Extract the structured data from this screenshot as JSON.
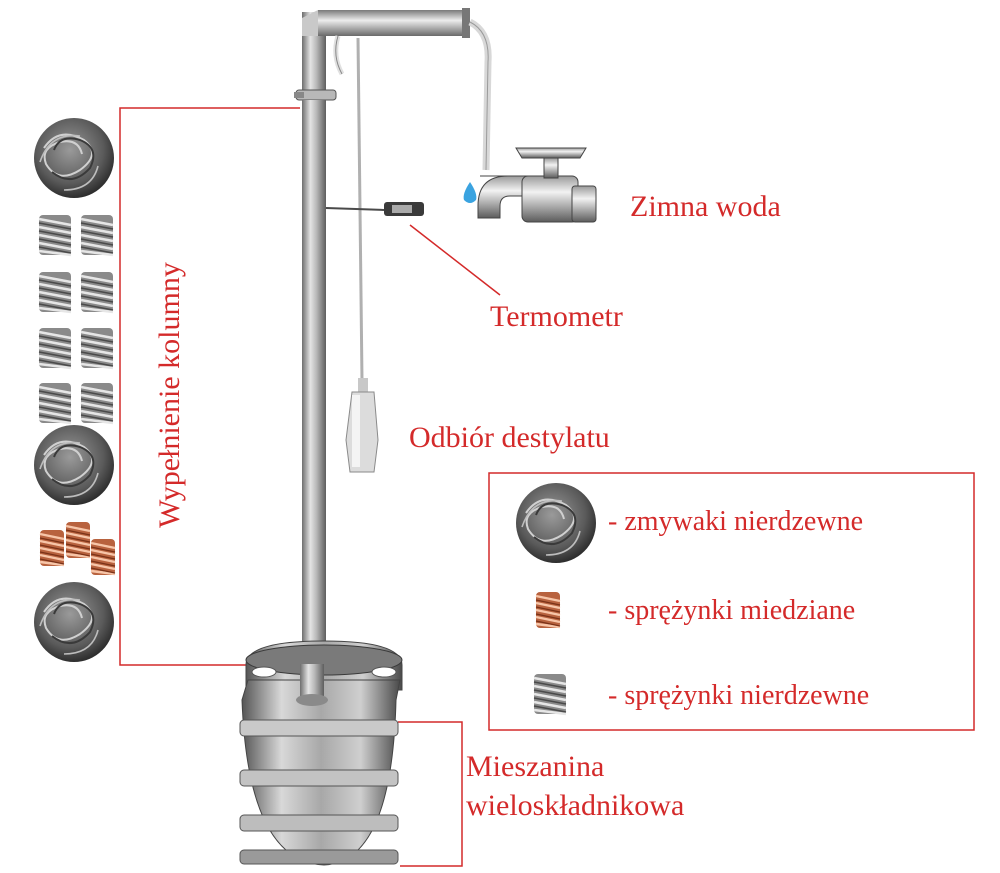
{
  "labels": {
    "cold_water": "Zimna woda",
    "thermometer": "Termometr",
    "distillate_outlet": "Odbiór destylatu",
    "mixture_line1": "Mieszanina",
    "mixture_line2": "wieloskładnikowa",
    "column_filling": "Wypełnienie kolumny"
  },
  "legend": {
    "items": [
      {
        "text": "- zmywaki nierdzewne",
        "icon": "steel-scourer-icon"
      },
      {
        "text": "- sprężynki miedziane",
        "icon": "copper-spring-icon"
      },
      {
        "text": "- sprężynki nierdzewne",
        "icon": "steel-spring-icon"
      }
    ]
  },
  "colors": {
    "label_red": "#d42a2a",
    "steel": "#9a9a9a",
    "copper": "#c8704a"
  }
}
